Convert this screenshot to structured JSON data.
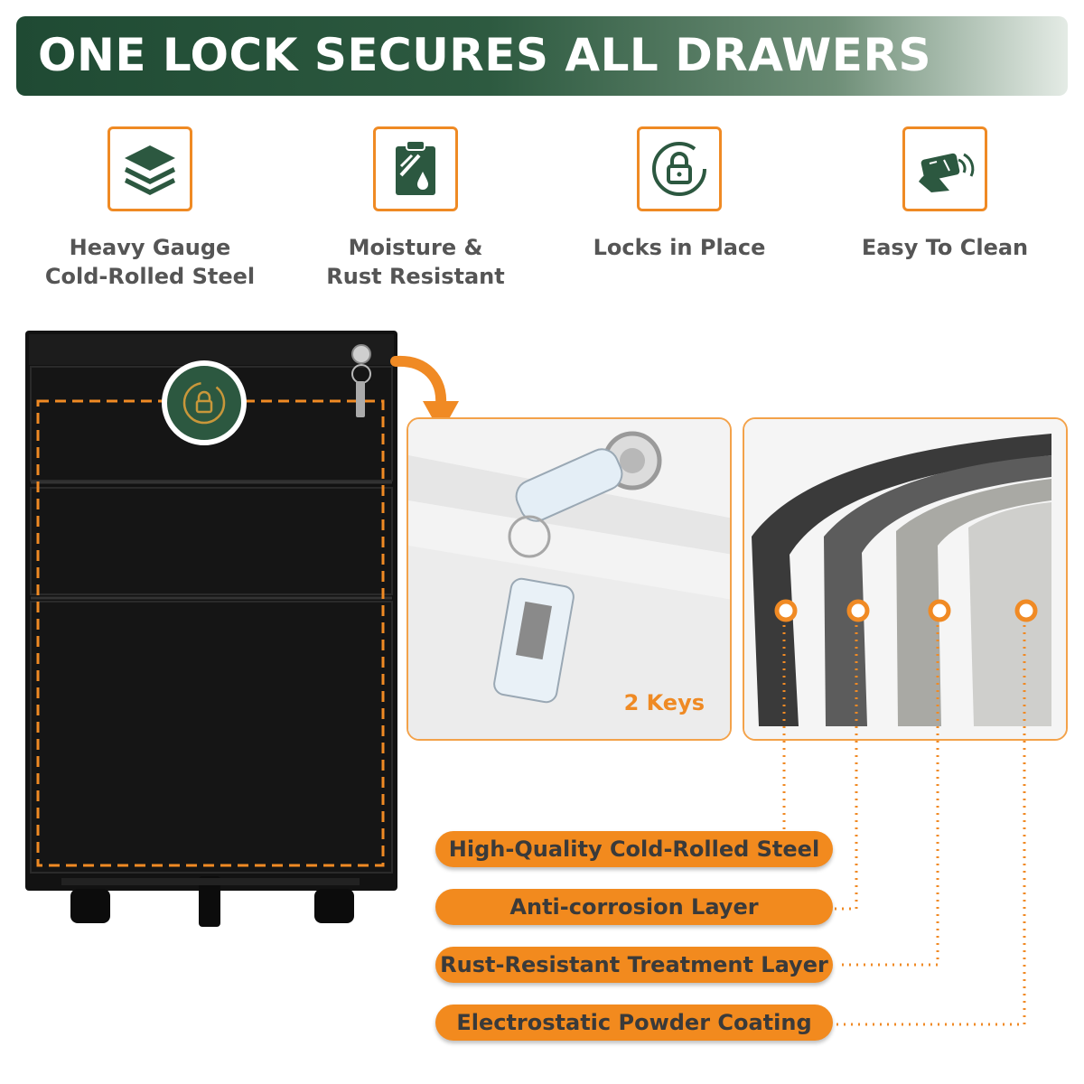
{
  "banner": {
    "title": "ONE LOCK SECURES ALL DRAWERS"
  },
  "features": [
    {
      "line1": "Heavy Gauge",
      "line2": "Cold-Rolled Steel",
      "icon": "layers-icon"
    },
    {
      "line1": "Moisture &",
      "line2": "Rust Resistant",
      "icon": "moisture-rust-icon"
    },
    {
      "line1": "Locks in Place",
      "line2": "",
      "icon": "lock-icon"
    },
    {
      "line1": "Easy To Clean",
      "line2": "",
      "icon": "cleaning-icon"
    }
  ],
  "keys_panel": {
    "label": "2 Keys"
  },
  "layers": [
    {
      "label": "High-Quality Cold-Rolled Steel"
    },
    {
      "label": "Anti-corrosion Layer"
    },
    {
      "label": "Rust-Resistant Treatment Layer"
    },
    {
      "label": "Electrostatic Powder Coating"
    }
  ],
  "colors": {
    "brand_green": "#1f4a33",
    "accent_orange": "#f28a1e",
    "cabinet_black": "#111111"
  }
}
